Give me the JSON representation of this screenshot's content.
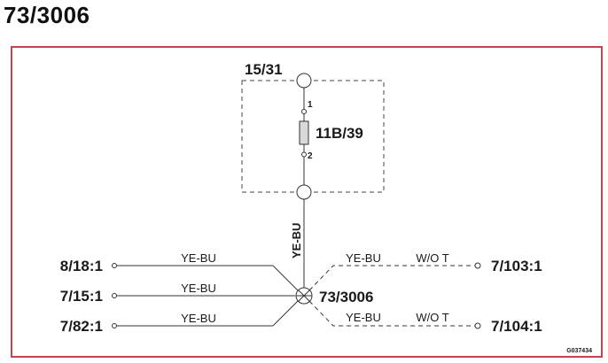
{
  "title": "73/3006",
  "diagram": {
    "module": "15/31",
    "fuse": {
      "id": "11B/39",
      "pin_top": "1",
      "pin_bottom": "2"
    },
    "vertical_wire": "YE-BU",
    "splice": "73/3006",
    "left_connections": [
      {
        "terminal": "8/18:1",
        "wire": "YE-BU"
      },
      {
        "terminal": "7/15:1",
        "wire": "YE-BU"
      },
      {
        "terminal": "7/82:1",
        "wire": "YE-BU"
      }
    ],
    "right_connections": [
      {
        "terminal": "7/103:1",
        "wire": "YE-BU",
        "note": "W/O T"
      },
      {
        "terminal": "7/104:1",
        "wire": "YE-BU",
        "note": "W/O T"
      }
    ],
    "figure_code": "G037434"
  },
  "colors": {
    "frame": "#c4464f",
    "line": "#333333",
    "text": "#1a1a1a"
  }
}
